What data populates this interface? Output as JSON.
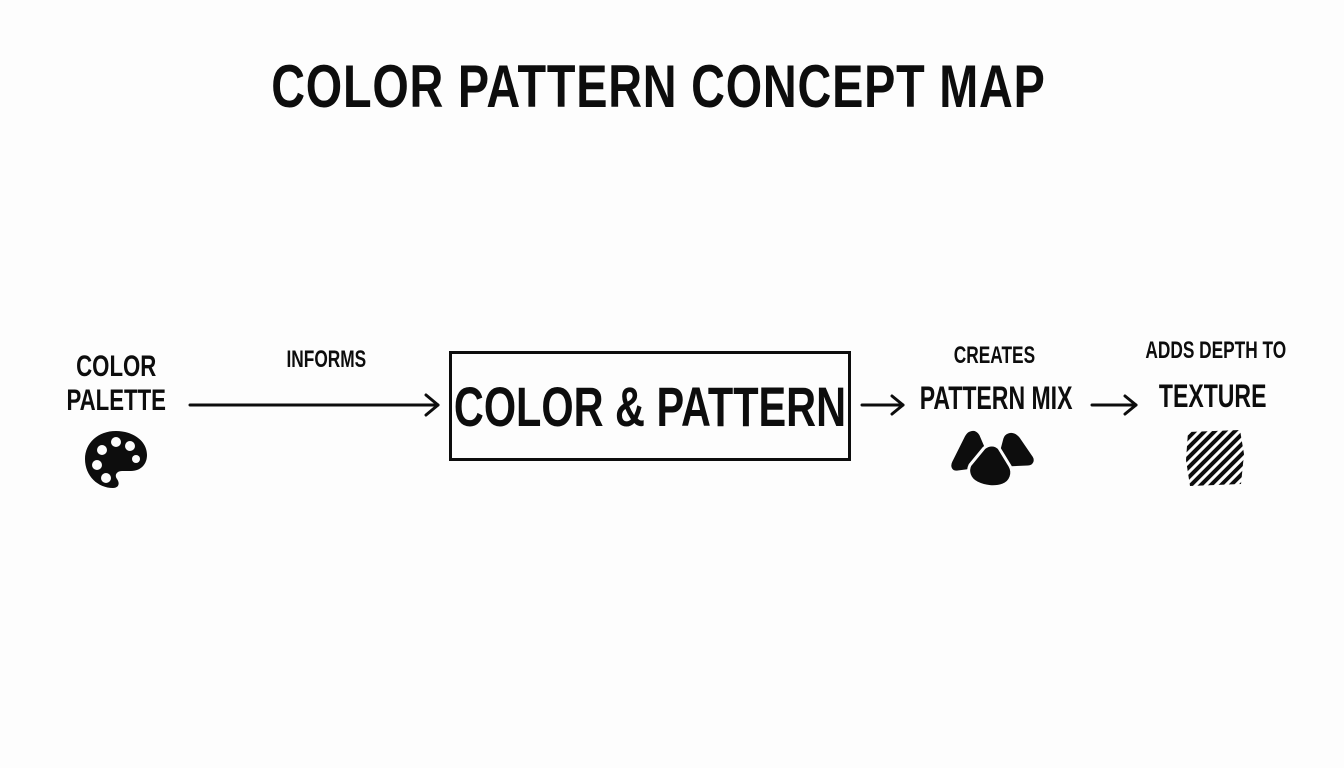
{
  "title": "COLOR PATTERN CONCEPT MAP",
  "nodes": {
    "color_palette": {
      "label": "COLOR\nPALETTE",
      "icon": "palette-icon"
    },
    "color_and_pattern": {
      "label": "COLOR & PATTERN"
    },
    "pattern_mix": {
      "label": "PATTERN MIX",
      "icon": "pattern-mix-shapes-icon"
    },
    "texture": {
      "label": "TEXTURE",
      "icon": "hatched-texture-icon"
    }
  },
  "edges": {
    "informs": "INFORMS",
    "creates": "CREATES",
    "adds_depth_to": "ADDS DEPTH TO"
  },
  "colors": {
    "ink": "#0d0d0d",
    "background": "#fdfdfd"
  }
}
